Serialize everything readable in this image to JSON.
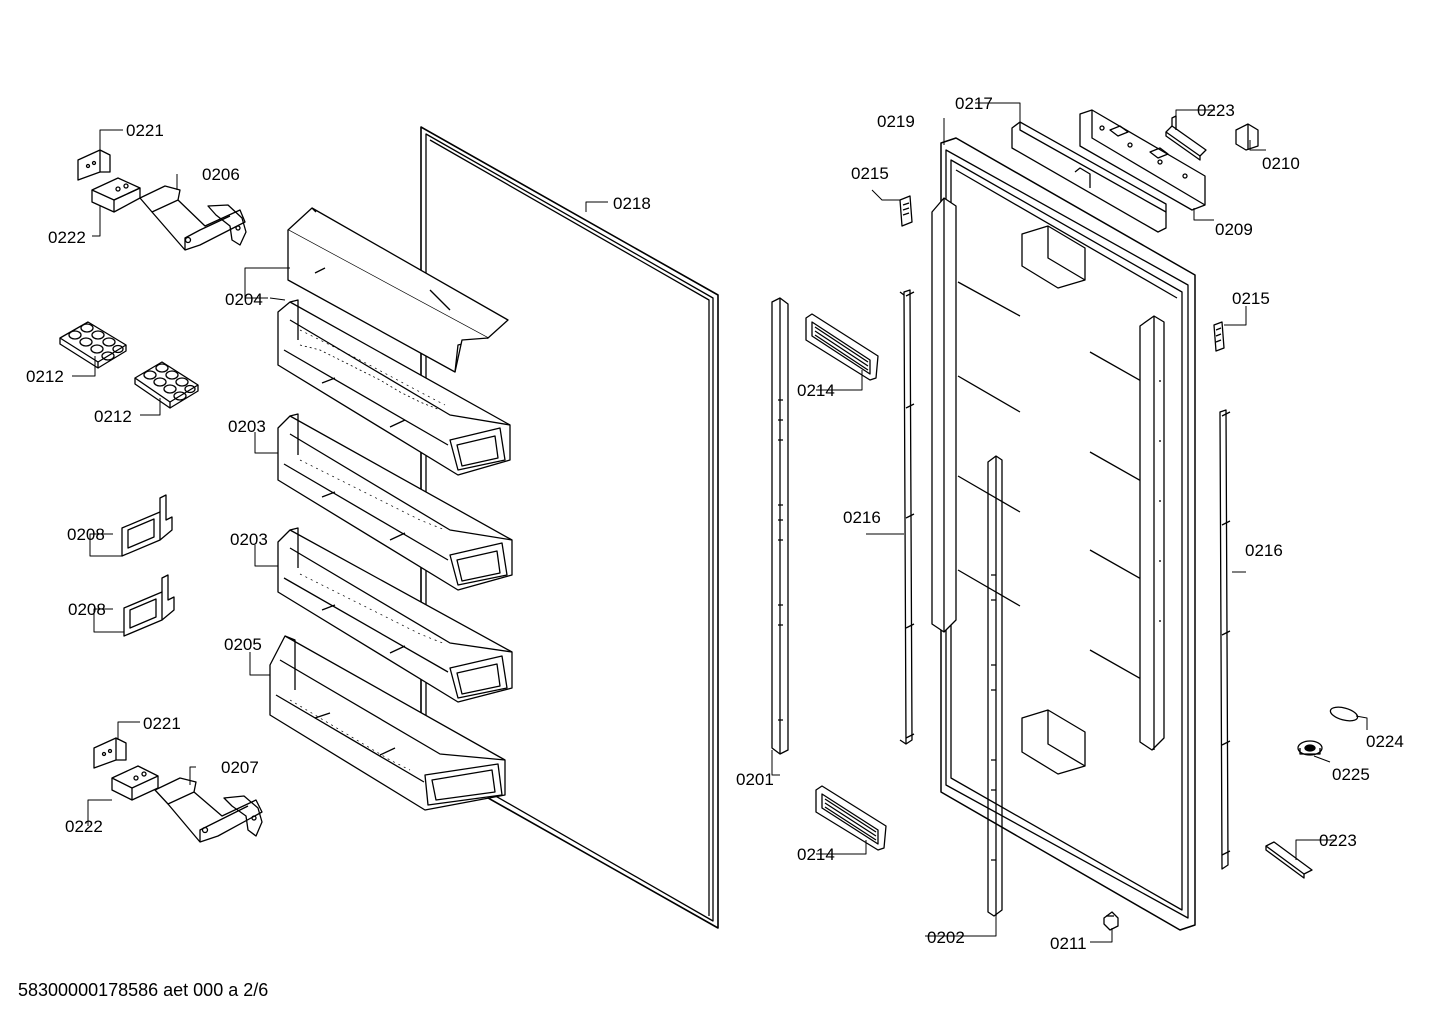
{
  "footer_text": "58300000178586 aet 000 a 2/6",
  "parts": [
    {
      "id": "p0221a",
      "label": "0221"
    },
    {
      "id": "p0222a",
      "label": "0222"
    },
    {
      "id": "p0206",
      "label": "0206"
    },
    {
      "id": "p0218",
      "label": "0218"
    },
    {
      "id": "p0204",
      "label": "0204"
    },
    {
      "id": "p0212a",
      "label": "0212"
    },
    {
      "id": "p0212b",
      "label": "0212"
    },
    {
      "id": "p0203a",
      "label": "0203"
    },
    {
      "id": "p0203b",
      "label": "0203"
    },
    {
      "id": "p0208a",
      "label": "0208"
    },
    {
      "id": "p0208b",
      "label": "0208"
    },
    {
      "id": "p0205",
      "label": "0205"
    },
    {
      "id": "p0221b",
      "label": "0221"
    },
    {
      "id": "p0222b",
      "label": "0222"
    },
    {
      "id": "p0207",
      "label": "0207"
    },
    {
      "id": "p0201",
      "label": "0201"
    },
    {
      "id": "p0214a",
      "label": "0214"
    },
    {
      "id": "p0214b",
      "label": "0214"
    },
    {
      "id": "p0202",
      "label": "0202"
    },
    {
      "id": "p0215a",
      "label": "0215"
    },
    {
      "id": "p0216a",
      "label": "0216"
    },
    {
      "id": "p0219",
      "label": "0219"
    },
    {
      "id": "p0217",
      "label": "0217"
    },
    {
      "id": "p0223a",
      "label": "0223"
    },
    {
      "id": "p0210",
      "label": "0210"
    },
    {
      "id": "p0209",
      "label": "0209"
    },
    {
      "id": "p0215b",
      "label": "0215"
    },
    {
      "id": "p0216b",
      "label": "0216"
    },
    {
      "id": "p0224",
      "label": "0224"
    },
    {
      "id": "p0225",
      "label": "0225"
    },
    {
      "id": "p0223b",
      "label": "0223"
    },
    {
      "id": "p0211",
      "label": "0211"
    }
  ]
}
